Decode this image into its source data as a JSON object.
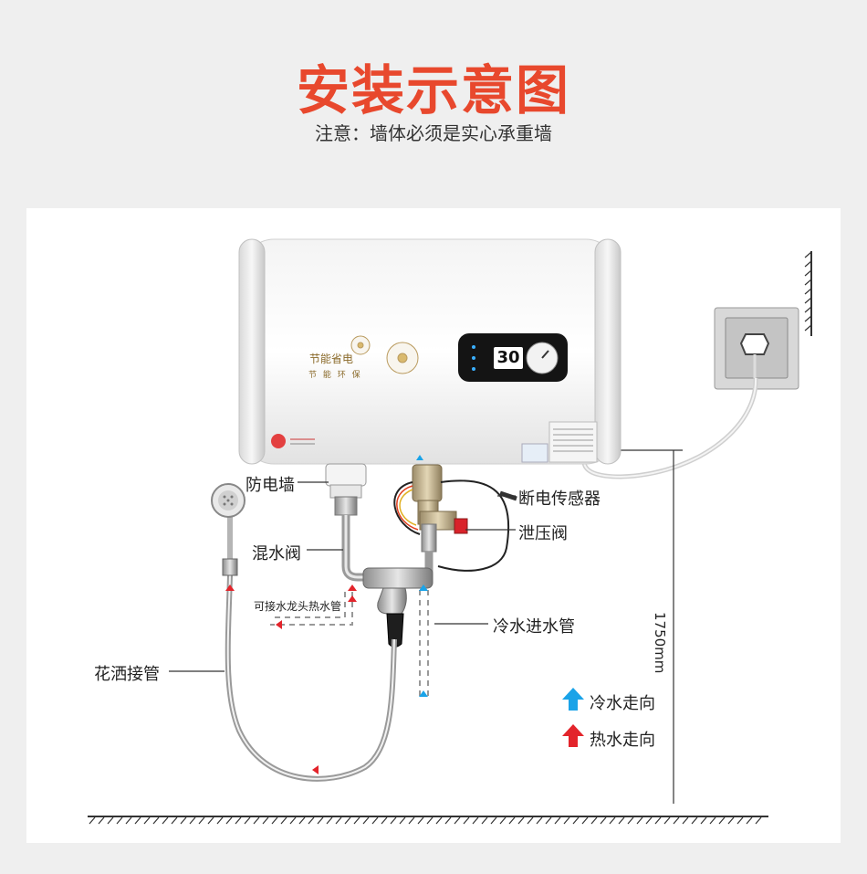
{
  "title": "安装示意图",
  "subtitle": "注意：墙体必须是实心承重墙",
  "labels": {
    "anti_electric_wall": "防电墙",
    "power_sensor": "断电传感器",
    "relief_valve": "泄压阀",
    "mixing_valve": "混水阀",
    "faucet_hot_pipe": "可接水龙头热水管",
    "cold_inlet_pipe": "冷水进水管",
    "shower_hose": "花洒接管",
    "height": "1750mm"
  },
  "legend": {
    "cold": "冷水走向",
    "hot": "热水走向"
  },
  "heater": {
    "display_temp": "30",
    "brand_text": "节能省电",
    "brand_sub": "节 能 环 保"
  },
  "colors": {
    "title": "#e8482d",
    "cold_arrow": "#1aa3e8",
    "hot_arrow": "#e3242b"
  }
}
